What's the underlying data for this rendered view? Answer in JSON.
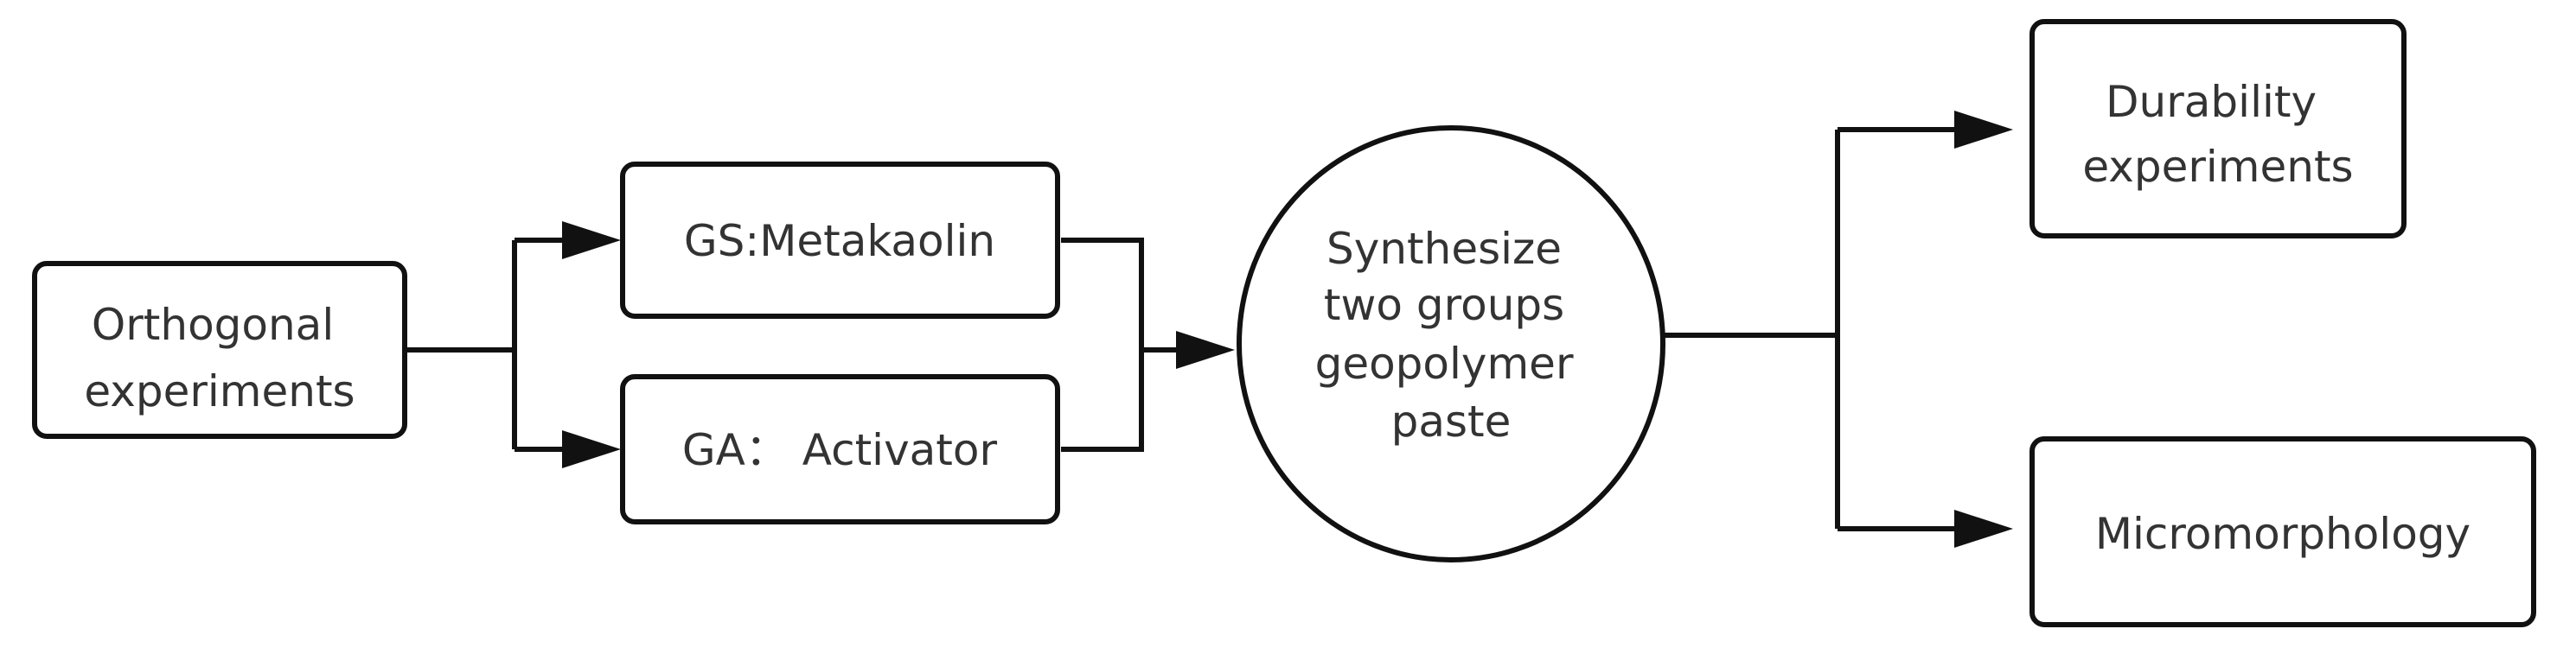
{
  "diagram": {
    "colors": {
      "stroke": "#111111",
      "text": "#333333",
      "background": "#ffffff"
    },
    "nodes": {
      "orthogonal": {
        "lines": [
          "Orthogonal",
          "experiments"
        ]
      },
      "gs": {
        "lines": [
          "GS:Metakaolin"
        ]
      },
      "ga": {
        "lines": [
          "GA： Activator"
        ]
      },
      "synthesize": {
        "lines": [
          "Synthesize",
          "two groups",
          "geopolymer",
          "paste"
        ]
      },
      "durability": {
        "lines": [
          "Durability",
          "experiments"
        ]
      },
      "micro": {
        "lines": [
          "Micromorphology"
        ]
      }
    }
  }
}
